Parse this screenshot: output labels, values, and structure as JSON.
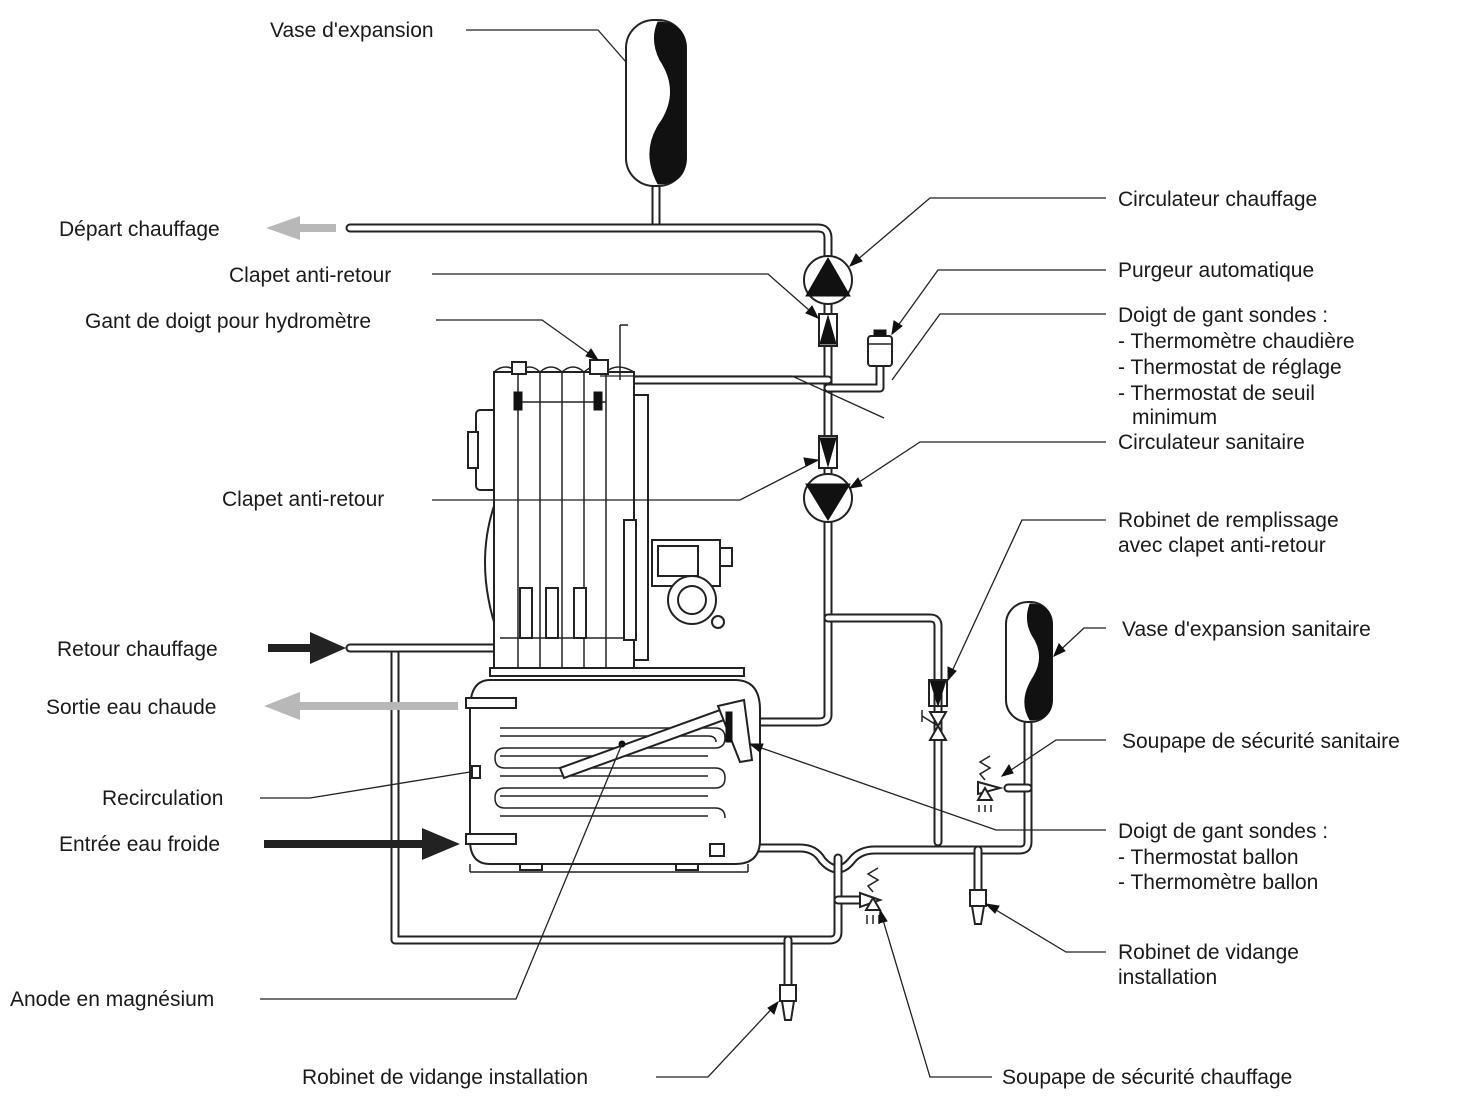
{
  "labels": {
    "vase_expansion": "Vase d'expansion",
    "depart_chauffage": "Départ chauffage",
    "clapet_anti_retour_1": "Clapet anti-retour",
    "gant_de_doigt": "Gant de doigt pour hydromètre",
    "clapet_anti_retour_2": "Clapet anti-retour",
    "retour_chauffage": "Retour chauffage",
    "sortie_eau_chaude": "Sortie eau chaude",
    "recirculation": "Recirculation",
    "entree_eau_froide": "Entrée eau froide",
    "anode": "Anode en magnésium",
    "robinet_vidange_bas": "Robinet de vidange installation",
    "soupape_chauffage": "Soupape de sécurité chauffage",
    "circulateur_chauffage": "Circulateur chauffage",
    "purgeur": "Purgeur automatique",
    "doigt_gant_sondes_1": {
      "title": "Doigt de gant sondes :",
      "items": [
        "- Thermomètre chaudière",
        "- Thermostat de réglage",
        "- Thermostat de seuil",
        "minimum"
      ]
    },
    "circulateur_sanitaire": "Circulateur sanitaire",
    "robinet_remplissage": [
      "Robinet de remplissage",
      "avec clapet anti-retour"
    ],
    "vase_expansion_sanitaire": "Vase d'expansion sanitaire",
    "soupape_sanitaire": "Soupape de sécurité sanitaire",
    "doigt_gant_sondes_2": {
      "title": "Doigt de gant sondes :",
      "items": [
        "- Thermostat ballon",
        "- Thermomètre ballon"
      ]
    },
    "robinet_vidange_droite": [
      "Robinet de vidange",
      "installation"
    ]
  },
  "colors": {
    "hot_arrow": "#b8b8b8",
    "cold_arrow": "#222222",
    "line": "#222222"
  }
}
